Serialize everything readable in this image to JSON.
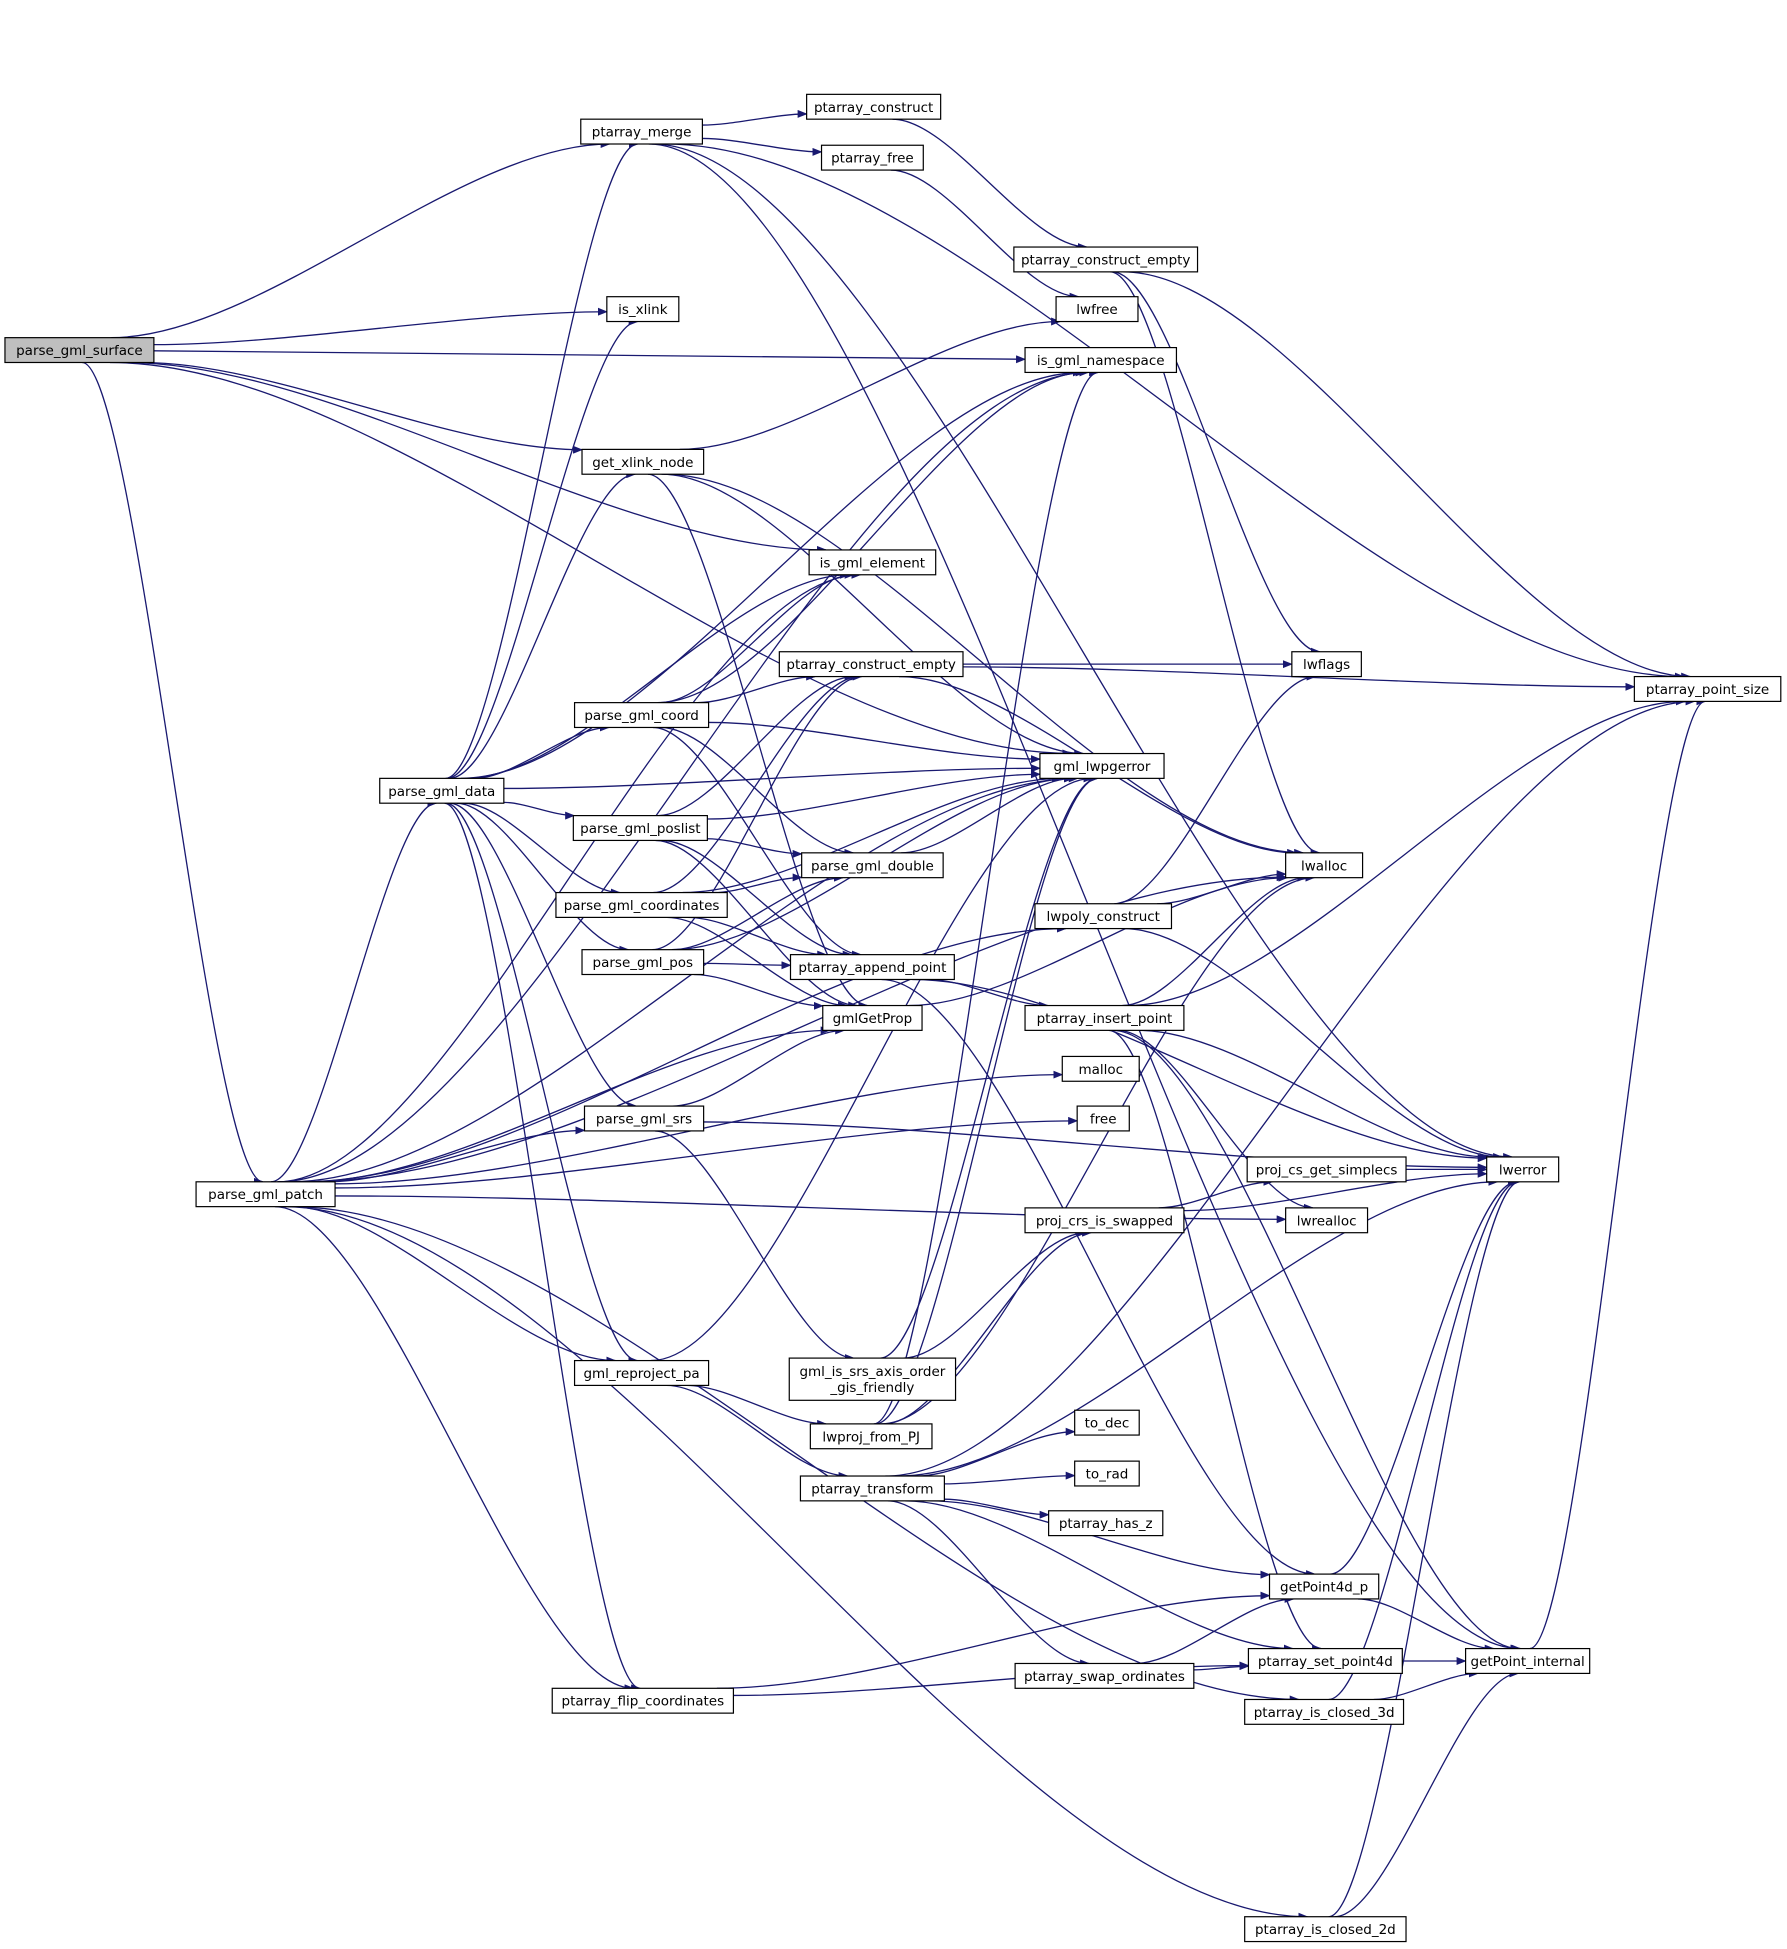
{
  "diagram": {
    "colors": {
      "edge": "#191970",
      "node_fill": "#ffffff",
      "root_fill": "#bfbfbf",
      "node_stroke": "#000000"
    },
    "nodes": [
      {
        "id": "parse_gml_surface",
        "label": "parse_gml_surface",
        "root": true
      },
      {
        "id": "ptarray_merge",
        "label": "ptarray_merge"
      },
      {
        "id": "ptarray_construct",
        "label": "ptarray_construct"
      },
      {
        "id": "ptarray_free",
        "label": "ptarray_free"
      },
      {
        "id": "ptarray_construct_empty_a",
        "label": "ptarray_construct_empty"
      },
      {
        "id": "is_xlink",
        "label": "is_xlink"
      },
      {
        "id": "lwfree",
        "label": "lwfree"
      },
      {
        "id": "is_gml_namespace",
        "label": "is_gml_namespace"
      },
      {
        "id": "get_xlink_node",
        "label": "get_xlink_node"
      },
      {
        "id": "is_gml_element",
        "label": "is_gml_element"
      },
      {
        "id": "ptarray_construct_empty_b",
        "label": "ptarray_construct_empty"
      },
      {
        "id": "lwflags",
        "label": "lwflags"
      },
      {
        "id": "ptarray_point_size",
        "label": "ptarray_point_size"
      },
      {
        "id": "parse_gml_coord",
        "label": "parse_gml_coord"
      },
      {
        "id": "gml_lwpgerror",
        "label": "gml_lwpgerror"
      },
      {
        "id": "parse_gml_data",
        "label": "parse_gml_data"
      },
      {
        "id": "parse_gml_poslist",
        "label": "parse_gml_poslist"
      },
      {
        "id": "parse_gml_double",
        "label": "parse_gml_double"
      },
      {
        "id": "lwalloc",
        "label": "lwalloc"
      },
      {
        "id": "parse_gml_coordinates",
        "label": "parse_gml_coordinates"
      },
      {
        "id": "lwpoly_construct",
        "label": "lwpoly_construct"
      },
      {
        "id": "parse_gml_pos",
        "label": "parse_gml_pos"
      },
      {
        "id": "ptarray_append_point",
        "label": "ptarray_append_point"
      },
      {
        "id": "gmlGetProp",
        "label": "gmlGetProp"
      },
      {
        "id": "ptarray_insert_point",
        "label": "ptarray_insert_point"
      },
      {
        "id": "malloc",
        "label": "malloc"
      },
      {
        "id": "free",
        "label": "free"
      },
      {
        "id": "parse_gml_srs",
        "label": "parse_gml_srs"
      },
      {
        "id": "parse_gml_patch",
        "label": "parse_gml_patch"
      },
      {
        "id": "proj_cs_get_simplecs",
        "label": "proj_cs_get_simplecs"
      },
      {
        "id": "lwerror",
        "label": "lwerror"
      },
      {
        "id": "proj_crs_is_swapped",
        "label": "proj_crs_is_swapped"
      },
      {
        "id": "lwrealloc",
        "label": "lwrealloc"
      },
      {
        "id": "gml_is_srs_axis_order_gis_friendly",
        "label": "gml_is_srs_axis_order",
        "label2": "_gis_friendly"
      },
      {
        "id": "gml_reproject_pa",
        "label": "gml_reproject_pa"
      },
      {
        "id": "lwproj_from_PJ",
        "label": "lwproj_from_PJ"
      },
      {
        "id": "to_dec",
        "label": "to_dec"
      },
      {
        "id": "to_rad",
        "label": "to_rad"
      },
      {
        "id": "ptarray_transform",
        "label": "ptarray_transform"
      },
      {
        "id": "ptarray_has_z",
        "label": "ptarray_has_z"
      },
      {
        "id": "getPoint4d_p",
        "label": "getPoint4d_p"
      },
      {
        "id": "ptarray_set_point4d",
        "label": "ptarray_set_point4d"
      },
      {
        "id": "getPoint_internal",
        "label": "getPoint_internal"
      },
      {
        "id": "ptarray_swap_ordinates",
        "label": "ptarray_swap_ordinates"
      },
      {
        "id": "ptarray_flip_coordinates",
        "label": "ptarray_flip_coordinates"
      },
      {
        "id": "ptarray_is_closed_3d",
        "label": "ptarray_is_closed_3d"
      },
      {
        "id": "ptarray_is_closed_2d",
        "label": "ptarray_is_closed_2d"
      }
    ],
    "edges": [
      [
        "parse_gml_surface",
        "ptarray_merge"
      ],
      [
        "parse_gml_surface",
        "is_xlink"
      ],
      [
        "parse_gml_surface",
        "is_gml_namespace"
      ],
      [
        "parse_gml_surface",
        "get_xlink_node"
      ],
      [
        "parse_gml_surface",
        "is_gml_element"
      ],
      [
        "parse_gml_surface",
        "gml_lwpgerror"
      ],
      [
        "parse_gml_surface",
        "parse_gml_patch"
      ],
      [
        "ptarray_merge",
        "ptarray_construct"
      ],
      [
        "ptarray_merge",
        "ptarray_free"
      ],
      [
        "ptarray_merge",
        "ptarray_point_size"
      ],
      [
        "ptarray_merge",
        "lwerror"
      ],
      [
        "ptarray_merge",
        "getPoint_internal"
      ],
      [
        "ptarray_construct",
        "ptarray_construct_empty_a"
      ],
      [
        "ptarray_free",
        "lwfree"
      ],
      [
        "ptarray_construct_empty_a",
        "lwflags"
      ],
      [
        "ptarray_construct_empty_a",
        "lwalloc"
      ],
      [
        "ptarray_construct_empty_a",
        "ptarray_point_size"
      ],
      [
        "get_xlink_node",
        "lwfree"
      ],
      [
        "get_xlink_node",
        "lwalloc"
      ],
      [
        "get_xlink_node",
        "gml_lwpgerror"
      ],
      [
        "get_xlink_node",
        "gmlGetProp"
      ],
      [
        "ptarray_construct_empty_b",
        "lwflags"
      ],
      [
        "ptarray_construct_empty_b",
        "lwalloc"
      ],
      [
        "ptarray_construct_empty_b",
        "ptarray_point_size"
      ],
      [
        "parse_gml_coord",
        "is_gml_element"
      ],
      [
        "parse_gml_coord",
        "is_gml_namespace"
      ],
      [
        "parse_gml_coord",
        "ptarray_construct_empty_b"
      ],
      [
        "parse_gml_coord",
        "gml_lwpgerror"
      ],
      [
        "parse_gml_coord",
        "parse_gml_double"
      ],
      [
        "parse_gml_coord",
        "ptarray_append_point"
      ],
      [
        "parse_gml_data",
        "ptarray_merge"
      ],
      [
        "parse_gml_data",
        "is_xlink"
      ],
      [
        "parse_gml_data",
        "is_gml_namespace"
      ],
      [
        "parse_gml_data",
        "get_xlink_node"
      ],
      [
        "parse_gml_data",
        "is_gml_element"
      ],
      [
        "parse_gml_data",
        "parse_gml_coord"
      ],
      [
        "parse_gml_data",
        "gml_lwpgerror"
      ],
      [
        "parse_gml_data",
        "parse_gml_poslist"
      ],
      [
        "parse_gml_data",
        "parse_gml_coordinates"
      ],
      [
        "parse_gml_data",
        "parse_gml_pos"
      ],
      [
        "parse_gml_data",
        "parse_gml_srs"
      ],
      [
        "parse_gml_data",
        "gml_reproject_pa"
      ],
      [
        "parse_gml_data",
        "ptarray_flip_coordinates"
      ],
      [
        "parse_gml_poslist",
        "ptarray_construct_empty_b"
      ],
      [
        "parse_gml_poslist",
        "gml_lwpgerror"
      ],
      [
        "parse_gml_poslist",
        "parse_gml_double"
      ],
      [
        "parse_gml_poslist",
        "ptarray_append_point"
      ],
      [
        "parse_gml_poslist",
        "gmlGetProp"
      ],
      [
        "parse_gml_double",
        "gml_lwpgerror"
      ],
      [
        "parse_gml_coordinates",
        "ptarray_construct_empty_b"
      ],
      [
        "parse_gml_coordinates",
        "gml_lwpgerror"
      ],
      [
        "parse_gml_coordinates",
        "parse_gml_double"
      ],
      [
        "parse_gml_coordinates",
        "ptarray_append_point"
      ],
      [
        "parse_gml_coordinates",
        "gmlGetProp"
      ],
      [
        "lwpoly_construct",
        "lwflags"
      ],
      [
        "lwpoly_construct",
        "lwalloc"
      ],
      [
        "lwpoly_construct",
        "lwerror"
      ],
      [
        "parse_gml_pos",
        "ptarray_construct_empty_b"
      ],
      [
        "parse_gml_pos",
        "parse_gml_double"
      ],
      [
        "parse_gml_pos",
        "ptarray_append_point"
      ],
      [
        "parse_gml_pos",
        "gmlGetProp"
      ],
      [
        "parse_gml_pos",
        "gml_lwpgerror"
      ],
      [
        "ptarray_append_point",
        "ptarray_insert_point"
      ],
      [
        "ptarray_append_point",
        "lwerror"
      ],
      [
        "ptarray_append_point",
        "getPoint4d_p"
      ],
      [
        "gmlGetProp",
        "lwalloc"
      ],
      [
        "ptarray_insert_point",
        "lwalloc"
      ],
      [
        "ptarray_insert_point",
        "lwrealloc"
      ],
      [
        "ptarray_insert_point",
        "lwerror"
      ],
      [
        "ptarray_insert_point",
        "ptarray_point_size"
      ],
      [
        "ptarray_insert_point",
        "ptarray_set_point4d"
      ],
      [
        "ptarray_insert_point",
        "getPoint_internal"
      ],
      [
        "parse_gml_srs",
        "gmlGetProp"
      ],
      [
        "parse_gml_srs",
        "lwerror"
      ],
      [
        "parse_gml_srs",
        "gml_is_srs_axis_order_gis_friendly"
      ],
      [
        "parse_gml_patch",
        "parse_gml_data"
      ],
      [
        "parse_gml_patch",
        "is_gml_namespace"
      ],
      [
        "parse_gml_patch",
        "is_gml_element"
      ],
      [
        "parse_gml_patch",
        "gmlGetProp"
      ],
      [
        "parse_gml_patch",
        "parse_gml_srs"
      ],
      [
        "parse_gml_patch",
        "gml_lwpgerror"
      ],
      [
        "parse_gml_patch",
        "lwpoly_construct"
      ],
      [
        "parse_gml_patch",
        "malloc"
      ],
      [
        "parse_gml_patch",
        "free"
      ],
      [
        "parse_gml_patch",
        "gml_reproject_pa"
      ],
      [
        "parse_gml_patch",
        "lwalloc"
      ],
      [
        "parse_gml_patch",
        "ptarray_flip_coordinates"
      ],
      [
        "parse_gml_patch",
        "ptarray_is_closed_3d"
      ],
      [
        "parse_gml_patch",
        "ptarray_is_closed_2d"
      ],
      [
        "parse_gml_patch",
        "lwrealloc"
      ],
      [
        "proj_cs_get_simplecs",
        "lwerror"
      ],
      [
        "proj_crs_is_swapped",
        "proj_cs_get_simplecs"
      ],
      [
        "proj_crs_is_swapped",
        "lwerror"
      ],
      [
        "gml_is_srs_axis_order_gis_friendly",
        "gml_lwpgerror"
      ],
      [
        "gml_is_srs_axis_order_gis_friendly",
        "proj_crs_is_swapped"
      ],
      [
        "gml_reproject_pa",
        "lwproj_from_PJ"
      ],
      [
        "gml_reproject_pa",
        "ptarray_transform"
      ],
      [
        "gml_reproject_pa",
        "gml_lwpgerror"
      ],
      [
        "lwproj_from_PJ",
        "gml_lwpgerror"
      ],
      [
        "lwproj_from_PJ",
        "proj_crs_is_swapped"
      ],
      [
        "lwproj_from_PJ",
        "lwalloc"
      ],
      [
        "lwproj_from_PJ",
        "is_gml_namespace"
      ],
      [
        "ptarray_transform",
        "to_dec"
      ],
      [
        "ptarray_transform",
        "to_rad"
      ],
      [
        "ptarray_transform",
        "ptarray_has_z"
      ],
      [
        "ptarray_transform",
        "getPoint4d_p"
      ],
      [
        "ptarray_transform",
        "ptarray_swap_ordinates"
      ],
      [
        "ptarray_transform",
        "lwerror"
      ],
      [
        "ptarray_transform",
        "ptarray_point_size"
      ],
      [
        "ptarray_transform",
        "ptarray_set_point4d"
      ],
      [
        "getPoint4d_p",
        "lwerror"
      ],
      [
        "getPoint4d_p",
        "getPoint_internal"
      ],
      [
        "ptarray_set_point4d",
        "getPoint_internal"
      ],
      [
        "ptarray_swap_ordinates",
        "getPoint4d_p"
      ],
      [
        "ptarray_swap_ordinates",
        "ptarray_set_point4d"
      ],
      [
        "ptarray_flip_coordinates",
        "getPoint4d_p"
      ],
      [
        "ptarray_flip_coordinates",
        "ptarray_set_point4d"
      ],
      [
        "ptarray_is_closed_3d",
        "lwerror"
      ],
      [
        "ptarray_is_closed_3d",
        "getPoint_internal"
      ],
      [
        "ptarray_is_closed_2d",
        "lwerror"
      ],
      [
        "ptarray_is_closed_2d",
        "getPoint_internal"
      ],
      [
        "getPoint_internal",
        "ptarray_point_size"
      ]
    ]
  }
}
